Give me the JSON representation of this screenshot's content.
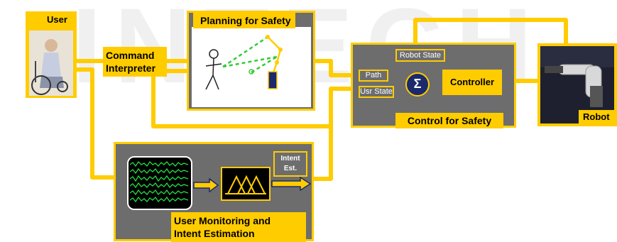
{
  "watermark": "INTECH",
  "colors": {
    "accent": "#ffcc00",
    "panel": "#6d6d6d",
    "sigma": "#1a2a6c",
    "dashed": "#33cc33",
    "signal": "#22dd44"
  },
  "user": {
    "label": "User"
  },
  "command": {
    "line1": "Command",
    "line2": "Interpreter"
  },
  "planning": {
    "title": "Planning for Safety"
  },
  "control": {
    "title": "Control for Safety",
    "robot_state": "Robot State",
    "path": "Path",
    "usr_state": "Usr State",
    "sigma": "Σ",
    "controller": "Controller"
  },
  "robot": {
    "label": "Robot"
  },
  "monitoring": {
    "title_line1": "User Monitoring and",
    "title_line2": "Intent Estimation",
    "intent_line1": "Intent",
    "intent_line2": "Est."
  }
}
